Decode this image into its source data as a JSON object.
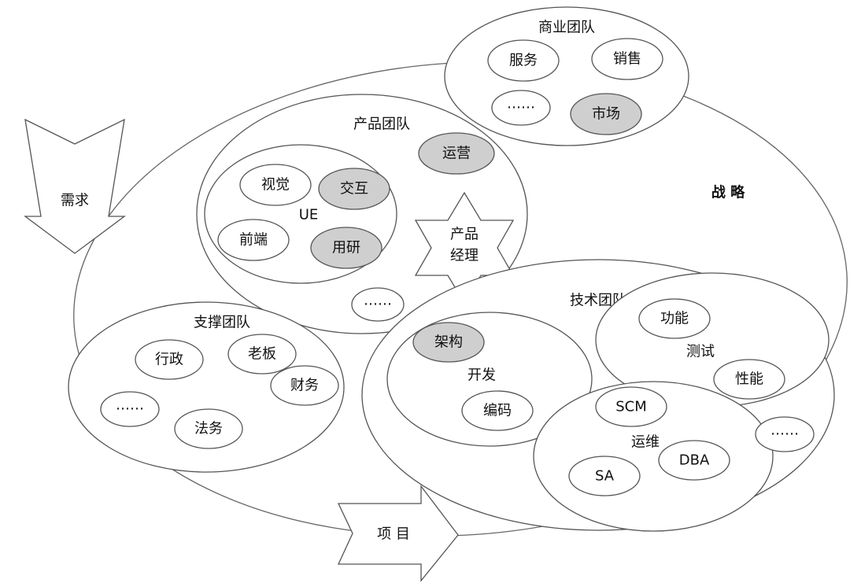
{
  "strategy": "战 略",
  "demand": "需求",
  "project": "项 目",
  "business": {
    "title": "商业团队",
    "items": [
      "服务",
      "销售",
      "……",
      "市场"
    ]
  },
  "product": {
    "title": "产品团队",
    "operation": "运营",
    "ue": {
      "title": "UE",
      "items": [
        "视觉",
        "交互",
        "前端",
        "用研"
      ]
    },
    "pm": [
      "产品",
      "经理"
    ],
    "more": "……"
  },
  "support": {
    "title": "支撑团队",
    "items": [
      "行政",
      "老板",
      "……",
      "财务",
      "法务"
    ]
  },
  "tech": {
    "title": "技术团队",
    "dev": {
      "title": "开发",
      "items": [
        "架构",
        "编码"
      ]
    },
    "test": {
      "title": "测试",
      "items": [
        "功能",
        "性能"
      ]
    },
    "ops": {
      "title": "运维",
      "items": [
        "SCM",
        "DBA",
        "SA"
      ]
    },
    "more": "……"
  },
  "colors": {
    "shade": "#cfcfcf",
    "line": "#555555"
  }
}
